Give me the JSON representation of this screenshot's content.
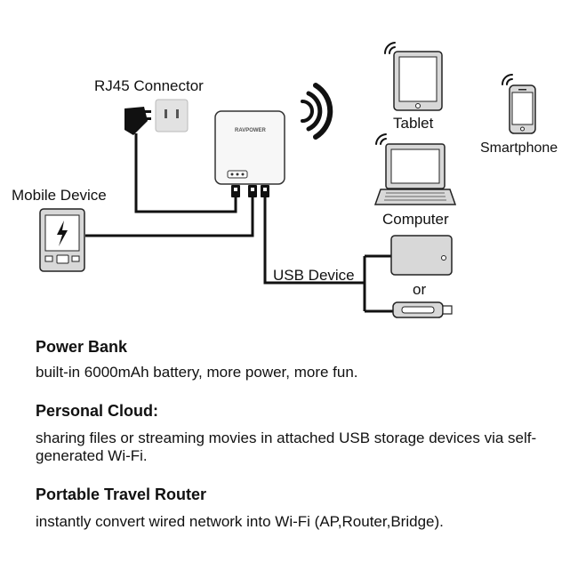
{
  "diagram": {
    "labels": {
      "rj45": "RJ45 Connector",
      "mobile": "Mobile Device",
      "tablet": "Tablet",
      "smartphone": "Smartphone",
      "computer": "Computer",
      "usb_device": "USB Device",
      "or": "or"
    },
    "brand": "RAVPOWER"
  },
  "features": [
    {
      "title": "Power Bank",
      "text": "built-in 6000mAh battery, more power, more fun."
    },
    {
      "title": "Personal Cloud:",
      "text": "sharing files or streaming movies in attached USB storage devices via self-generated Wi-Fi."
    },
    {
      "title": "Portable Travel Router",
      "text": "instantly convert wired network into Wi-Fi (AP,Router,Bridge)."
    }
  ]
}
